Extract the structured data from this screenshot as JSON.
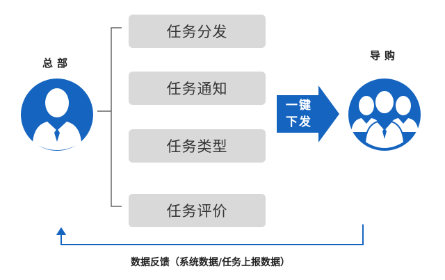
{
  "left_label": "总部",
  "right_label": "导购",
  "tasks": [
    "任务分发",
    "任务通知",
    "任务类型",
    "任务评价"
  ],
  "arrow": {
    "line1": "一键",
    "line2": "下发"
  },
  "feedback_text": "数据反馈（系统数据/任务上报数据）",
  "colors": {
    "accent": "#1565c0",
    "box": "#d9d9d9",
    "arrow": "#1565c0",
    "line": "#1565c0"
  },
  "icons": {
    "left": "single-user-icon",
    "right": "user-group-icon"
  }
}
